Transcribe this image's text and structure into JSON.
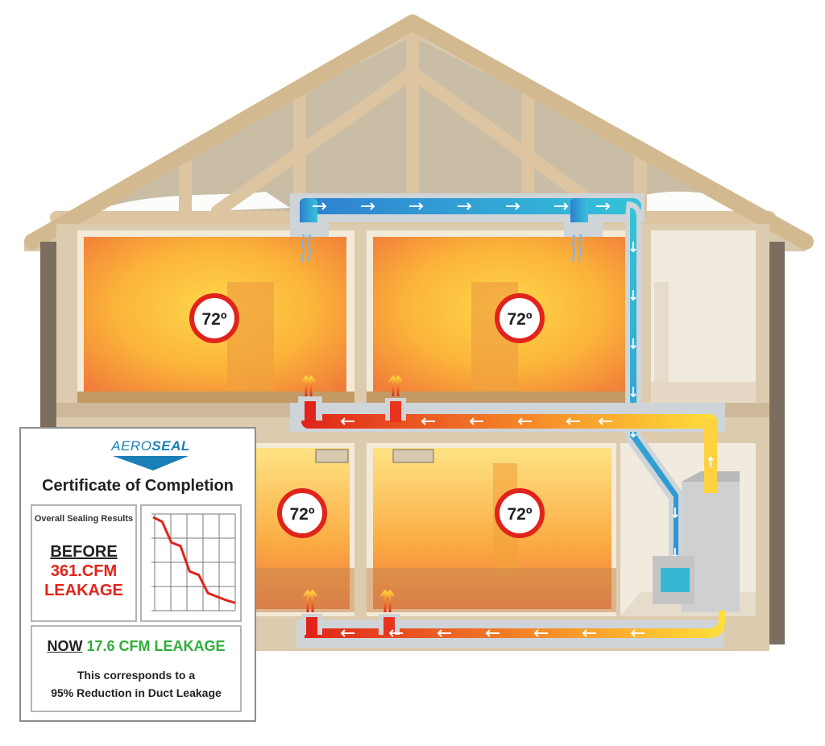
{
  "rooms": [
    {
      "id": "upper-left",
      "temperature": "72º"
    },
    {
      "id": "upper-right",
      "temperature": "72º"
    },
    {
      "id": "lower-left",
      "temperature": "72º"
    },
    {
      "id": "lower-right",
      "temperature": "72º"
    }
  ],
  "certificate": {
    "logo_prefix": "AERO",
    "logo_suffix": "SEAL",
    "title": "Certificate of Completion",
    "results_heading": "Overall Sealing Results",
    "before_label": "BEFORE",
    "before_value": "361.CFM",
    "before_unit": "LEAKAGE",
    "now_label": "NOW",
    "now_value": "17.6 CFM LEAKAGE",
    "description_line1": "This corresponds to a",
    "description_line2": "95% Reduction in Duct Leakage"
  },
  "chart_data": {
    "type": "line",
    "y": [
      100,
      95,
      72,
      68,
      40,
      36,
      16,
      12,
      8,
      5
    ],
    "grid": true
  },
  "colors": {
    "roof": "#d8c9ad",
    "wall": "#ddcbb0",
    "room_warm": "#ffc72c",
    "room_hot": "#f06a2a",
    "duct_cold": "#29a3d6",
    "duct_warm": "#ffd23f",
    "duct_hot": "#e0241b",
    "thermostat_ring": "#e0241b",
    "leakage_before": "#e0241b",
    "leakage_now": "#2fae3b",
    "logo": "#1a7fb6"
  }
}
